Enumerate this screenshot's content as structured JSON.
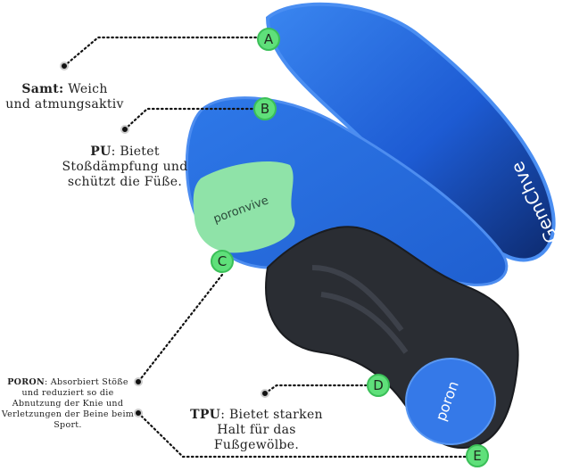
{
  "colors": {
    "marker": "#5fe07a",
    "insole_top": "#1f5fd6",
    "insole_mid": "#2f72e4",
    "poron_pad": "#8fe3a8",
    "tpu": "#2a2d33"
  },
  "brand_top": "GemChve",
  "brand_poron": "poron",
  "brand_poron_suffix": "vive",
  "brand_heel": "poron",
  "markers": [
    "A",
    "B",
    "C",
    "D",
    "E"
  ],
  "labels": {
    "samt": {
      "title": "Samt:",
      "text": "Weich",
      "line2": "und atmungsaktiv"
    },
    "pu": {
      "title": "PU",
      "text": ": Bietet",
      "line2": "Stoßdämpfung und",
      "line3": "schützt die Füße."
    },
    "poron": {
      "title": "PORON",
      "text": ": Absorbiert Stöße",
      "line2": "und reduziert so die",
      "line3": "Abnutzung der Knie und",
      "line4": "Verletzungen der Beine beim",
      "line5": "Sport."
    },
    "tpu": {
      "title": "TPU",
      "text": ": Bietet starken",
      "line2": "Halt für das",
      "line3": "Fußgewölbe."
    }
  }
}
